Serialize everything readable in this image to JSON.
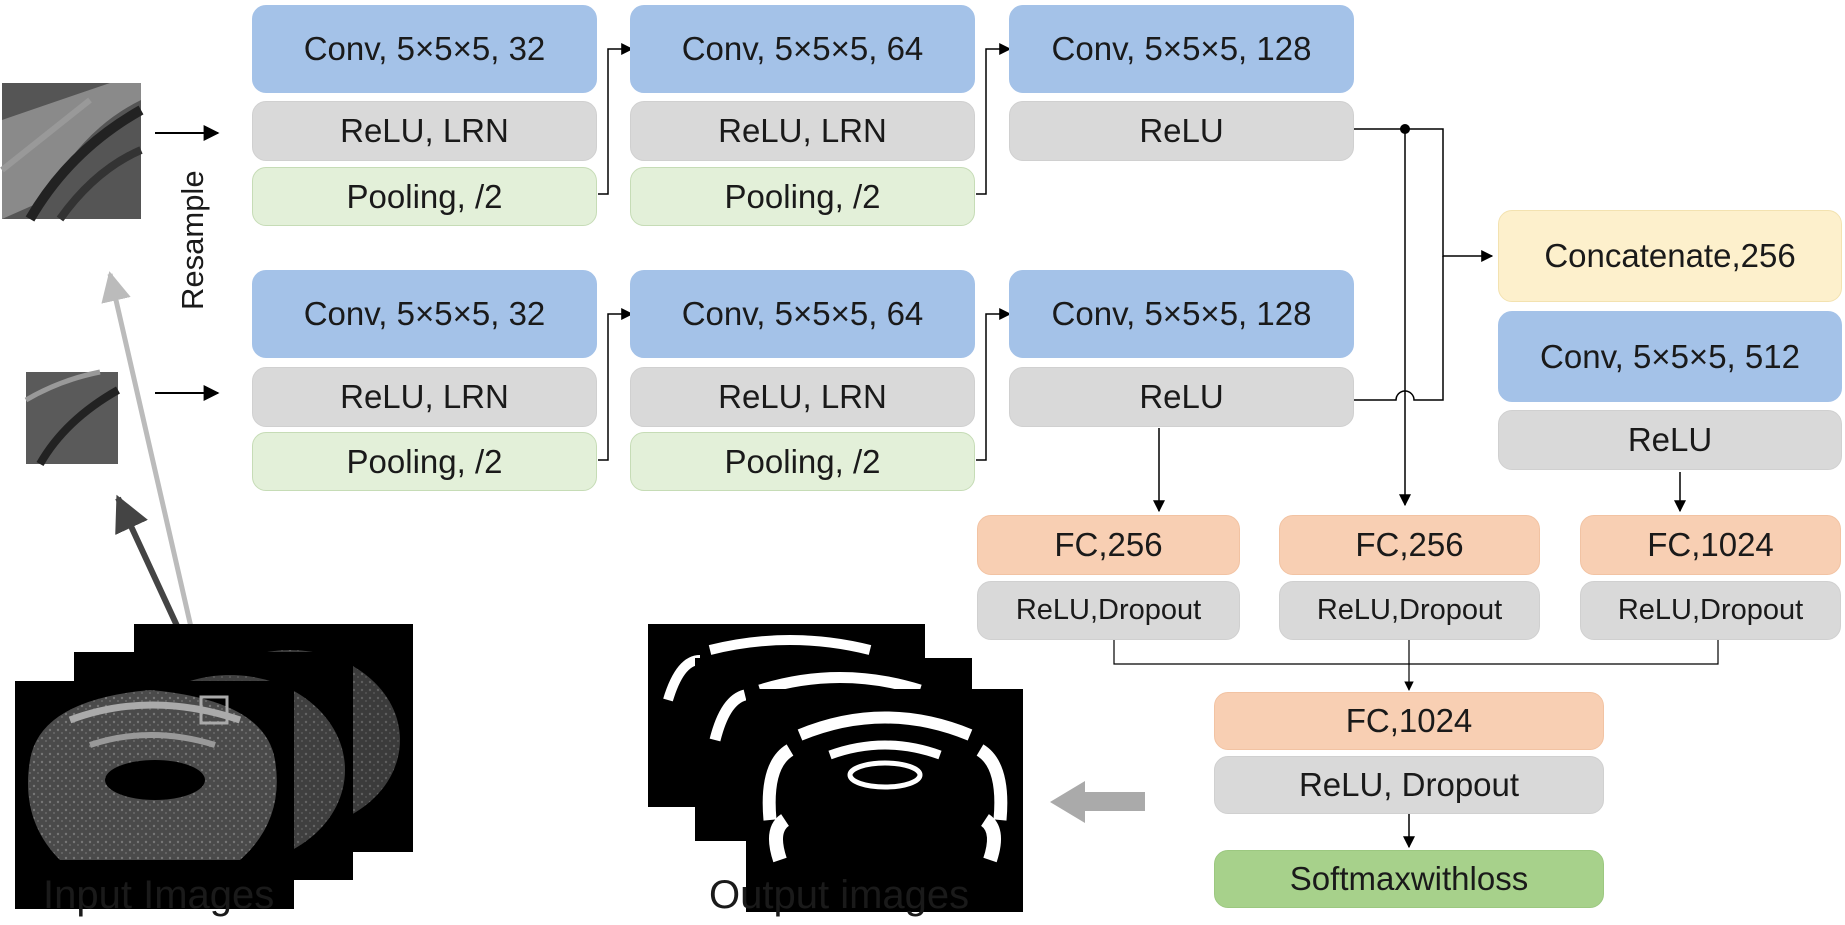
{
  "branch_top": {
    "stage1": {
      "conv": "Conv, 5×5×5, 32",
      "relu": "ReLU, LRN",
      "pool": "Pooling, /2"
    },
    "stage2": {
      "conv": "Conv, 5×5×5, 64",
      "relu": "ReLU, LRN",
      "pool": "Pooling, /2"
    },
    "stage3": {
      "conv": "Conv, 5×5×5, 128",
      "relu": "ReLU"
    }
  },
  "branch_bottom": {
    "stage1": {
      "conv": "Conv, 5×5×5, 32",
      "relu": "ReLU, LRN",
      "pool": "Pooling, /2"
    },
    "stage2": {
      "conv": "Conv, 5×5×5, 64",
      "relu": "ReLU, LRN",
      "pool": "Pooling, /2"
    },
    "stage3": {
      "conv": "Conv, 5×5×5, 128",
      "relu": "ReLU"
    }
  },
  "merge": {
    "concat": "Concatenate,256",
    "conv": "Conv, 5×5×5, 512",
    "relu": "ReLU"
  },
  "fc_heads": [
    {
      "fc": "FC,256",
      "relu": "ReLU,Dropout"
    },
    {
      "fc": "FC,256",
      "relu": "ReLU,Dropout"
    },
    {
      "fc": "FC,1024",
      "relu": "ReLU,Dropout"
    }
  ],
  "final": {
    "fc": "FC,1024",
    "relu": "ReLU, Dropout",
    "loss": "Softmaxwithloss"
  },
  "labels": {
    "resample": "Resample",
    "input": "Input Images",
    "output": "Output images"
  },
  "colors": {
    "conv": "#a4c2e8",
    "relu": "#d9d9d9",
    "pool": "#e3f0d9",
    "fc": "#f8cfb3",
    "concat": "#fdf0cc",
    "softmax": "#a7d18b"
  }
}
